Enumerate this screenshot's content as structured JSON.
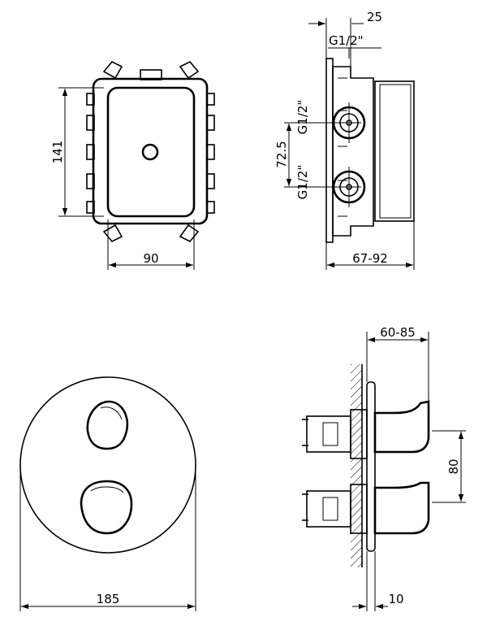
{
  "dimensions": {
    "box_height": "141",
    "box_width": "90",
    "depth_top": "25",
    "thread_top": "G1/2\"",
    "inlet_spacing": "72.5",
    "thread_upper": "G1/2\"",
    "thread_lower": "G1/2\"",
    "box_depth_range": "67-92",
    "plate_diameter": "185",
    "handle_projection": "60-85",
    "handle_spacing": "80",
    "plate_thickness": "10"
  }
}
